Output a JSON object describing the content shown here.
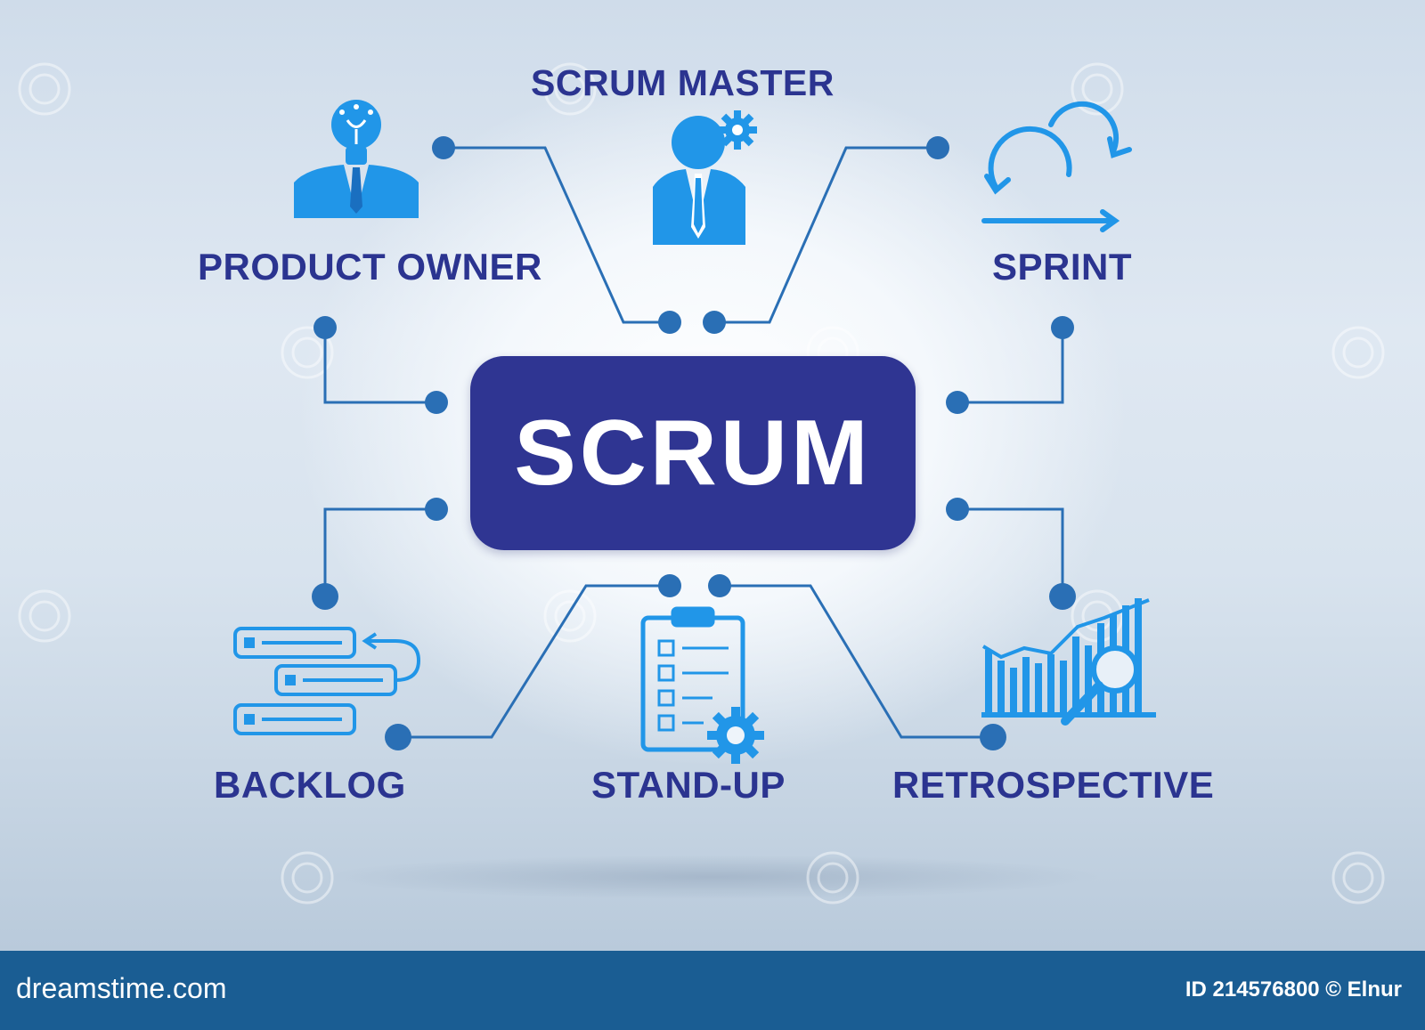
{
  "center": {
    "title": "SCRUM"
  },
  "nodes": {
    "scrum_master": {
      "label": "SCRUM MASTER",
      "icon": "scrum-master-person-gear-icon"
    },
    "product_owner": {
      "label": "PRODUCT OWNER",
      "icon": "product-owner-person-lightbulb-icon"
    },
    "sprint": {
      "label": "SPRINT",
      "icon": "sprint-cycle-arrows-icon"
    },
    "backlog": {
      "label": "BACKLOG",
      "icon": "backlog-stacked-list-icon"
    },
    "standup": {
      "label": "STAND-UP",
      "icon": "standup-clipboard-gear-icon"
    },
    "retrospective": {
      "label": "RETROSPECTIVE",
      "icon": "retrospective-chart-magnifier-icon"
    }
  },
  "footer": {
    "site": "dreamstime.com",
    "image_id": "ID 214576800 © Elnur"
  },
  "colors": {
    "accent_navy": "#2f3592",
    "label_navy": "#2b3490",
    "connector_blue": "#2a6fb5",
    "icon_blue": "#2196e8",
    "footer_blue": "#1a5d93"
  }
}
